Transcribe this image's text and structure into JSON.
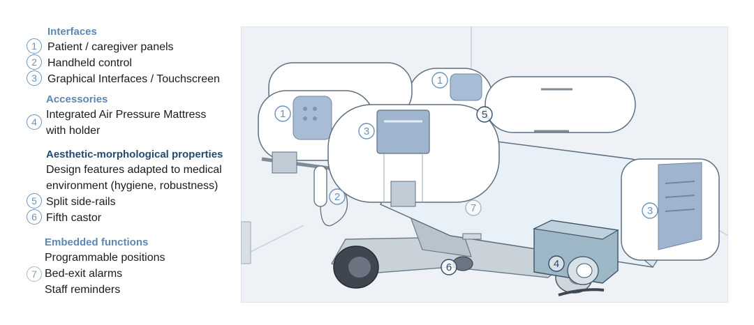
{
  "legend": {
    "interfaces": {
      "heading": "Interfaces",
      "items": [
        {
          "num": "1",
          "text": "Patient / caregiver panels"
        },
        {
          "num": "2",
          "text": "Handheld control"
        },
        {
          "num": "3",
          "text": "Graphical Interfaces / Touchscreen"
        }
      ]
    },
    "accessories": {
      "heading": "Accessories",
      "num": "4",
      "lines": [
        "Integrated Air Pressure Mattress",
        "with holder"
      ]
    },
    "aesthetic": {
      "heading": "Aesthetic-morphological properties",
      "lines": [
        "Design features adapted to medical",
        "environment (hygiene, robustness)"
      ],
      "items": [
        {
          "num": "5",
          "text": "Split side-rails"
        },
        {
          "num": "6",
          "text": "Fifth castor"
        }
      ]
    },
    "embedded": {
      "heading": "Embedded functions",
      "num": "7",
      "lines": [
        "Programmable positions",
        "Bed-exit alarms",
        "Staff reminders"
      ]
    }
  },
  "illustration": {
    "callouts": [
      "1",
      "1",
      "2",
      "3",
      "3",
      "4",
      "5",
      "6",
      "7"
    ]
  },
  "colors": {
    "heading_blue": "#5b88b3",
    "heading_dark": "#234a6e",
    "callout_blue": "#6a93bd",
    "room_background": "#eef1f6",
    "mattress": "#e8f0f8",
    "bed_frame": "#b7c3ce",
    "panel_blue": "#9fb4cf"
  }
}
